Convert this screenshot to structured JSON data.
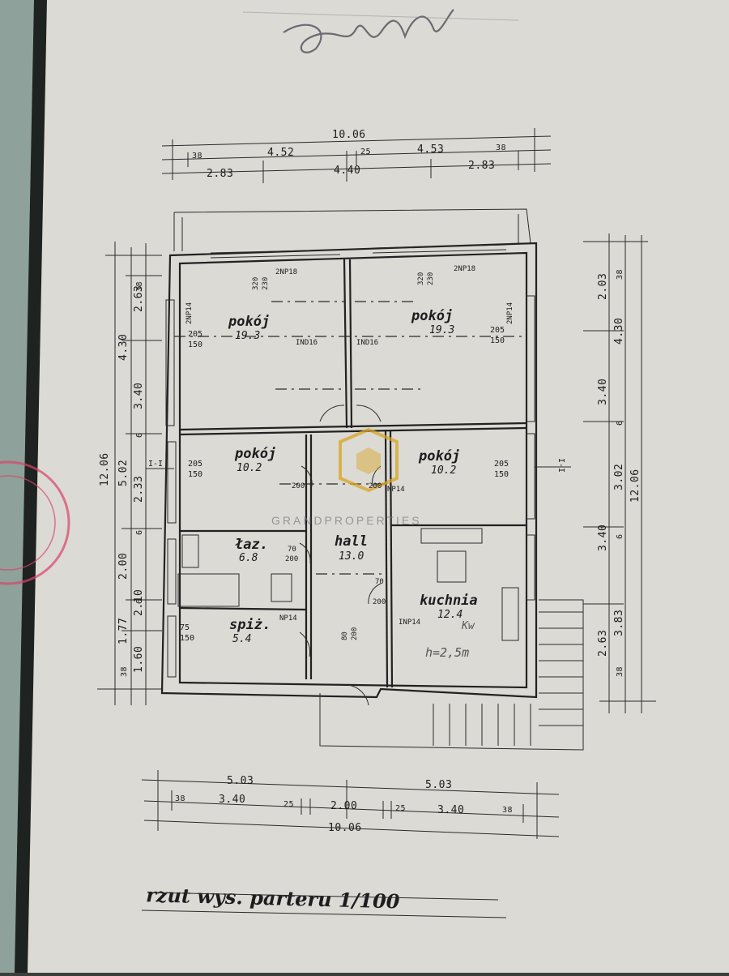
{
  "signature": "Wd",
  "title": "rzut wys. parteru 1/100",
  "watermark": "GRANDPROPERTIES",
  "rooms": [
    {
      "name": "pokój",
      "area": "19.3"
    },
    {
      "name": "pokój",
      "area": "19.3"
    },
    {
      "name": "pokój",
      "area": "10.2"
    },
    {
      "name": "pokój",
      "area": "10.2"
    },
    {
      "name": "łaz.",
      "area": "6.8"
    },
    {
      "name": "hall",
      "area": "13.0"
    },
    {
      "name": "spiż.",
      "area": "5.4"
    },
    {
      "name": "kuchnia",
      "area": "12.4"
    }
  ],
  "annotations": {
    "kuchnia_note": "Kw",
    "height_note": "h=2,5m",
    "section_left": "I-I",
    "section_right": "I-I",
    "window_labels": [
      "205",
      "150"
    ],
    "small_window_labels": [
      "75",
      "150"
    ],
    "door_labels": [
      "70",
      "200"
    ],
    "door_80": [
      "80",
      "200"
    ],
    "vent_labels": [
      "2NP18",
      "2NP18",
      "IND16",
      "IND16",
      "NP14",
      "2NP14",
      "2NP14",
      "NP14",
      "INP14"
    ],
    "sill_top": [
      "320",
      "230"
    ]
  },
  "dims_top": {
    "overall": "10.06",
    "row2": [
      "38",
      "4.52",
      "25",
      "4.53",
      "38"
    ],
    "row3": [
      "2.83",
      "4.40",
      "2.83"
    ]
  },
  "dims_bottom": {
    "row1": [
      "5.03",
      "5.03"
    ],
    "row2": [
      "38",
      "3.40",
      "25",
      "2.00",
      "25",
      "3.40",
      "38"
    ],
    "overall": "10.06"
  },
  "dims_left": {
    "overall": "12.06",
    "col2": [
      "4.30",
      "5.02",
      "2.00",
      "1.77",
      "38"
    ],
    "col3": [
      "38",
      "2.63",
      "3.40",
      "6",
      "2.33",
      "6",
      "2.10",
      "6",
      "1.60"
    ]
  },
  "dims_right": {
    "overall": "12.06",
    "col2": [
      "4.30",
      "3.02",
      "3.83",
      "38"
    ],
    "col3": [
      "2.03",
      "38",
      "3.40",
      "6",
      "3.40",
      "6",
      "2.63"
    ]
  },
  "colors": {
    "paper": "#dcdad5",
    "ink": "#1d1d1f",
    "stamp": "#d9446a",
    "watermark": "#d8a524"
  }
}
